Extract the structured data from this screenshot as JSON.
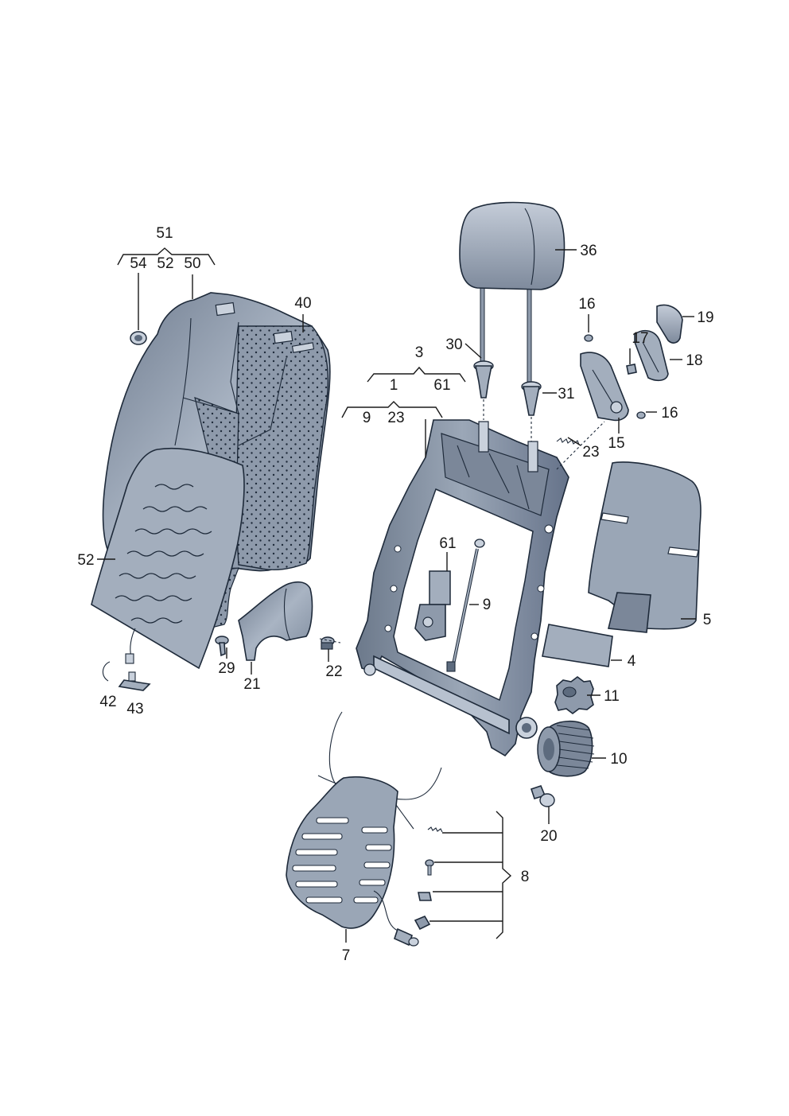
{
  "colors": {
    "part_fill": "#8e9aab",
    "part_light": "#b7c1cf",
    "part_dark": "#5d6b7e",
    "outline": "#1e2a3a"
  },
  "labels": {
    "l51": "51",
    "l54": "54",
    "l52a": "52",
    "l50": "50",
    "l40": "40",
    "l52b": "52",
    "l42": "42",
    "l43": "43",
    "l29": "29",
    "l21": "21",
    "l22": "22",
    "l3": "3",
    "l1": "1",
    "l61a": "61",
    "l9a": "9",
    "l23a": "23",
    "l30": "30",
    "l31": "31",
    "l36": "36",
    "l16a": "16",
    "l17": "17",
    "l19": "19",
    "l18": "18",
    "l16b": "16",
    "l15": "15",
    "l23b": "23",
    "l61b": "61",
    "l9b": "9",
    "l5": "5",
    "l4": "4",
    "l11": "11",
    "l10": "10",
    "l20": "20",
    "l8": "8",
    "l7": "7"
  }
}
